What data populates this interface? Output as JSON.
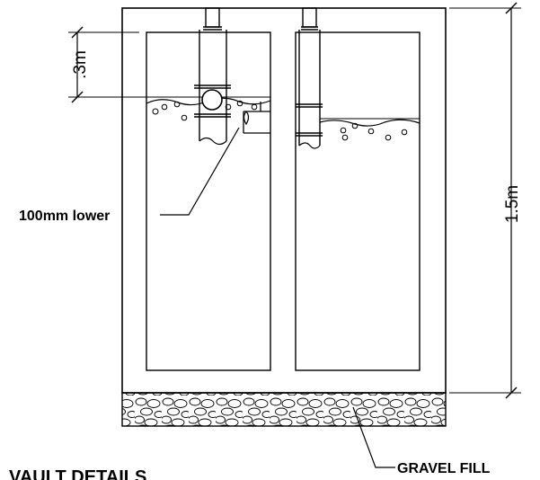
{
  "diagram": {
    "title": "VAULT DETAILS",
    "labels": {
      "lower_note": "100mm lower",
      "gravel_note": "GRAVEL FILL"
    },
    "dimensions": {
      "overall_height": "1.5m",
      "inlet_depth": ".3m"
    }
  }
}
